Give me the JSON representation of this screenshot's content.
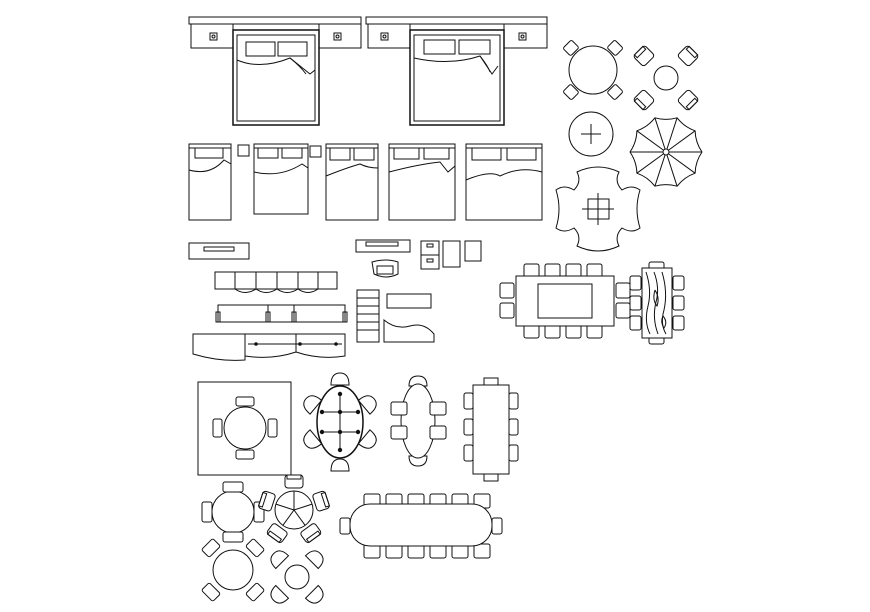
{
  "drawing": {
    "background": "#ffffff",
    "line_color": "#111111",
    "groups": [
      {
        "name": "double-beds-with-nightstands",
        "count": 2
      },
      {
        "name": "round-tables",
        "count": 6
      },
      {
        "name": "patio-umbrella",
        "count": 1
      },
      {
        "name": "beds-row",
        "count": 5
      },
      {
        "name": "storage-and-cabinets",
        "count": 4
      },
      {
        "name": "sofas",
        "count": 3
      },
      {
        "name": "dining-tables-rectangular",
        "count": 4
      },
      {
        "name": "dining-tables-oval",
        "count": 2
      }
    ]
  }
}
